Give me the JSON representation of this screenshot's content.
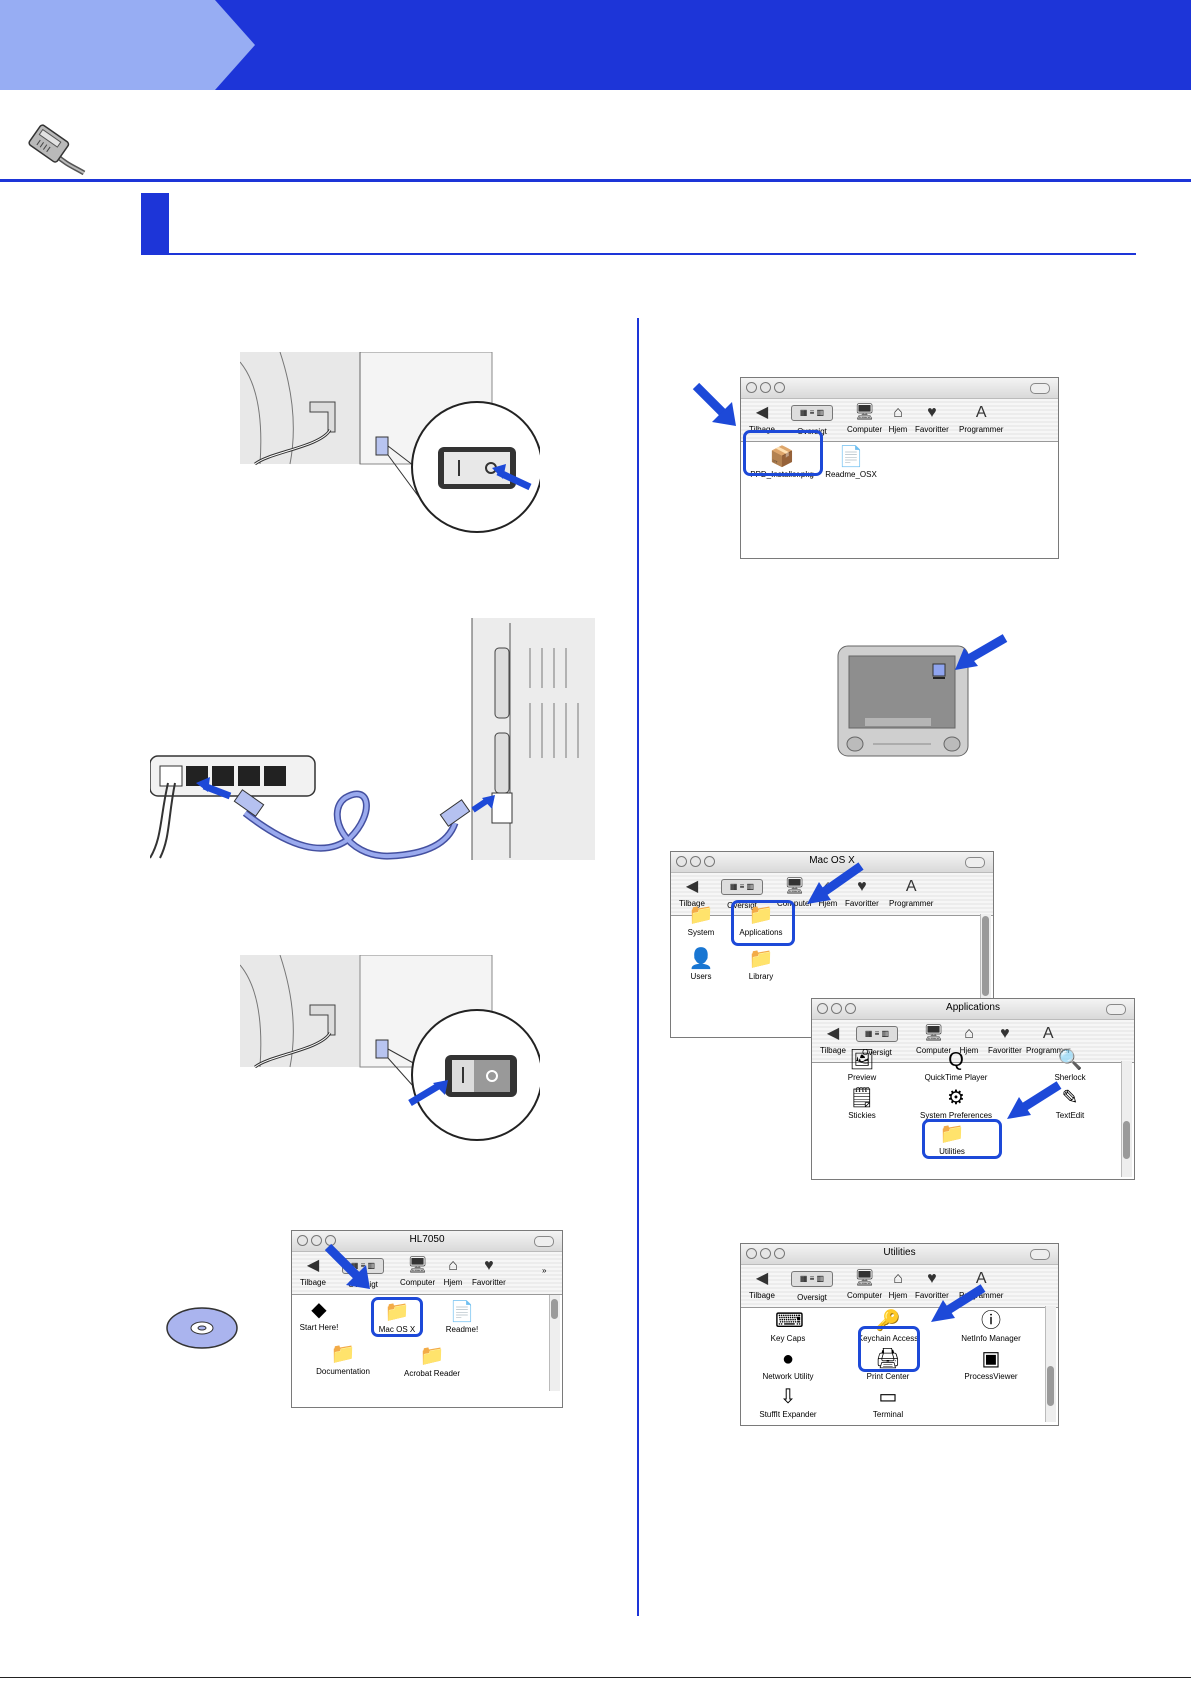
{
  "colors": {
    "brand_blue": "#1d35d8",
    "header_light": "#97adf3",
    "cable_blue": "#8a9ee6",
    "highlight_blue": "#1d49d8"
  },
  "header": {
    "icon": "ethernet-cable-icon"
  },
  "toolbar_labels": {
    "back": "Tilbage",
    "view": "Oversigt",
    "computer": "Computer",
    "home": "Hjem",
    "favorites": "Favoritter",
    "applications": "Programmer"
  },
  "windows": {
    "hl7050": {
      "title": "HL7050",
      "items": [
        "Start Here!",
        "Mac OS X",
        "Readme!",
        "Documentation",
        "Acrobat Reader"
      ]
    },
    "ppd": {
      "items": [
        "PPD_Installer.pkg",
        "Readme_OSX"
      ]
    },
    "macosx": {
      "title": "Mac OS X",
      "items": [
        "System",
        "Applications",
        "Users",
        "Library"
      ]
    },
    "applications": {
      "title": "Applications",
      "items": [
        "Preview",
        "QuickTime Player",
        "Sherlock",
        "Stickies",
        "System Preferences",
        "TextEdit",
        "Utilities"
      ]
    },
    "utilities": {
      "title": "Utilities",
      "items": [
        "Key Caps",
        "Keychain Access",
        "NetInfo Manager",
        "Network Utility",
        "Print Center",
        "ProcessViewer",
        "StuffIt Expander",
        "Terminal"
      ]
    }
  },
  "illustrations": {
    "printer_power_off": "printer-power-switch-off-illustration",
    "network_cable": "hub-to-printer-network-cable-illustration",
    "printer_power_on": "printer-power-switch-on-illustration",
    "cd_rom": "cd-rom-icon",
    "mac_screen": "mac-desktop-cd-icon-illustration"
  }
}
